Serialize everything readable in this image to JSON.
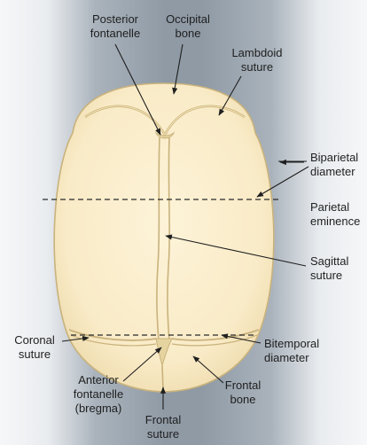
{
  "labels": {
    "posterior_fontanelle": [
      "Posterior",
      "fontanelle"
    ],
    "occipital_bone": [
      "Occipital",
      "bone"
    ],
    "lambdoid_suture": [
      "Lambdoid",
      "suture"
    ],
    "biparietal_diameter": [
      "Biparietal",
      "diameter"
    ],
    "parietal_eminence": [
      "Parietal",
      "eminence"
    ],
    "sagittal_suture": [
      "Sagittal",
      "suture"
    ],
    "coronal_suture": [
      "Coronal",
      "suture"
    ],
    "bitemporal_diameter": [
      "Bitemporal",
      "diameter"
    ],
    "frontal_bone": [
      "Frontal",
      "bone"
    ],
    "anterior_fontanelle": [
      "Anterior",
      "fontanelle",
      "(bregma)"
    ],
    "frontal_suture": [
      "Frontal",
      "suture"
    ]
  },
  "colors": {
    "bone_fill": "#f9ebc7",
    "bone_edge": "#c9b27c",
    "suture": "#e6d4a0",
    "background_shade": "#9aa4ae",
    "background_light": "#f4f5f7",
    "leader_line": "#1f1f1f"
  },
  "icons": {
    "pointer": "arrowhead"
  }
}
